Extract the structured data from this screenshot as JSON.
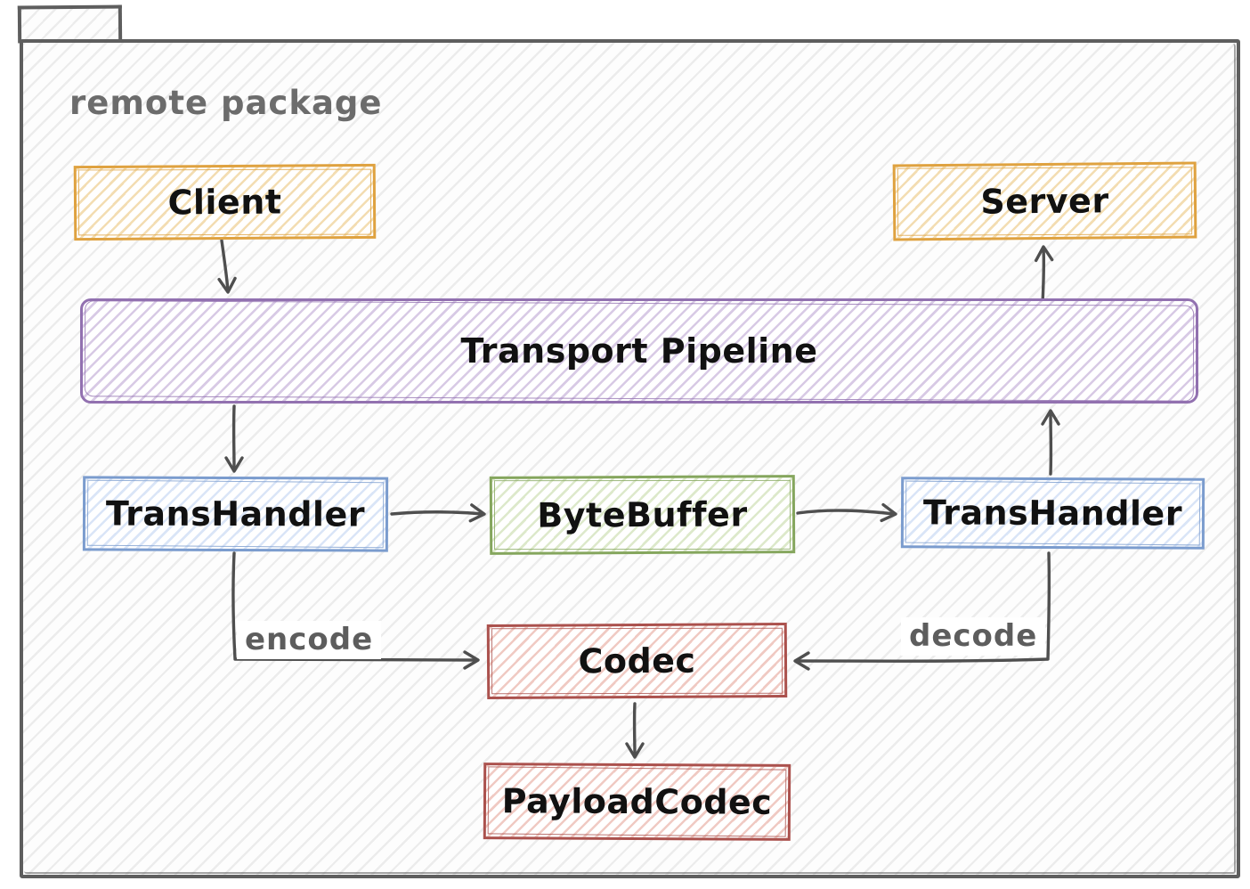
{
  "package": {
    "label": "remote package"
  },
  "nodes": {
    "client": {
      "label": "Client",
      "border": "#dfa240",
      "fill": "#f3ddb2"
    },
    "server": {
      "label": "Server",
      "border": "#dfa240",
      "fill": "#f3ddb2"
    },
    "pipeline": {
      "label": "Transport Pipeline",
      "border": "#9271b0",
      "fill": "#d8cae5"
    },
    "th_left": {
      "label": "TransHandler",
      "border": "#7b9cce",
      "fill": "#dae5f7"
    },
    "bytebuffer": {
      "label": "ByteBuffer",
      "border": "#85a65d",
      "fill": "#dde9cb"
    },
    "th_right": {
      "label": "TransHandler",
      "border": "#7b9cce",
      "fill": "#dae5f7"
    },
    "codec": {
      "label": "Codec",
      "border": "#ab514d",
      "fill": "#f0cac3"
    },
    "payloadcodec": {
      "label": "PayloadCodec",
      "border": "#ab514d",
      "fill": "#f0cac3"
    }
  },
  "edges": [
    {
      "from": "Client",
      "to": "Transport Pipeline",
      "label": ""
    },
    {
      "from": "Transport Pipeline",
      "to": "Server",
      "label": ""
    },
    {
      "from": "Transport Pipeline",
      "to": "TransHandler (left)",
      "label": ""
    },
    {
      "from": "TransHandler (right)",
      "to": "Transport Pipeline",
      "label": ""
    },
    {
      "from": "TransHandler (left)",
      "to": "ByteBuffer",
      "label": ""
    },
    {
      "from": "ByteBuffer",
      "to": "TransHandler (right)",
      "label": ""
    },
    {
      "from": "TransHandler (left)",
      "to": "Codec",
      "label": "encode"
    },
    {
      "from": "TransHandler (right)",
      "to": "Codec",
      "label": "decode"
    },
    {
      "from": "Codec",
      "to": "PayloadCodec",
      "label": ""
    }
  ],
  "colors": {
    "frame_border": "#5e5e5e",
    "frame_label_text": "#6c6c6c",
    "arrow": "#4f4f4f",
    "edge_label_text": "#5d5d5d",
    "node_label_text": "#111111",
    "background_hatch": "#ececec"
  }
}
